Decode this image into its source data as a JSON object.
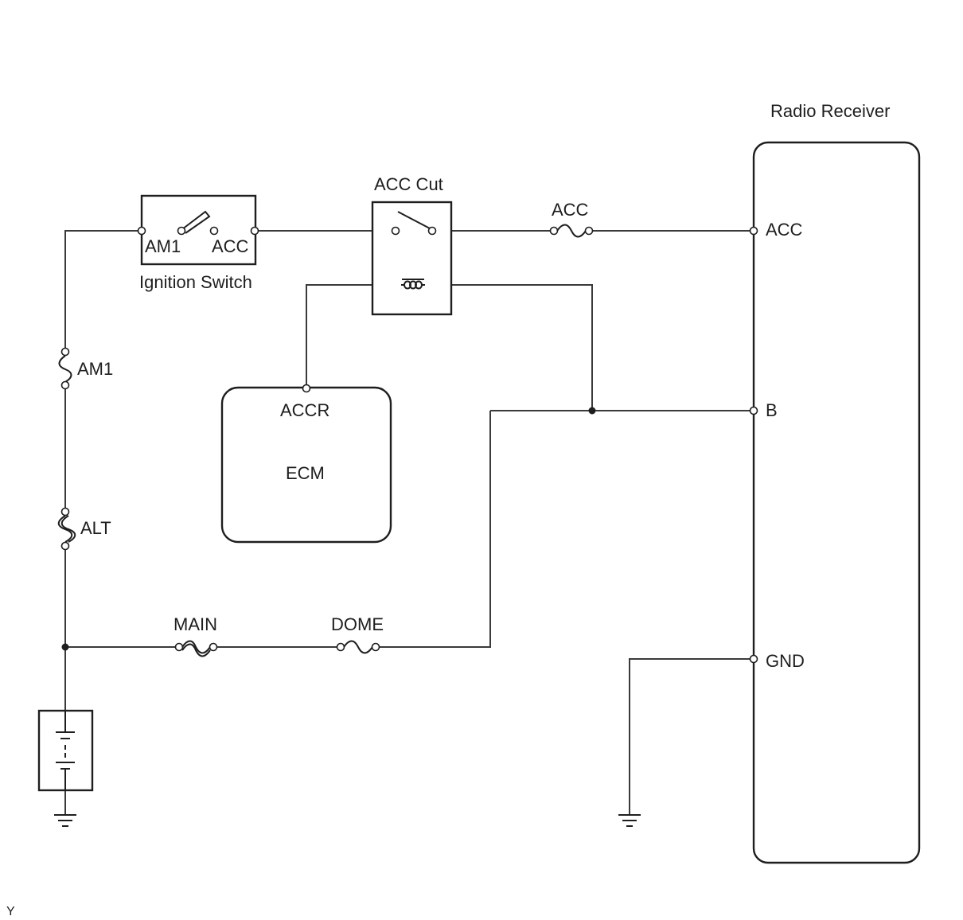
{
  "labels": {
    "radio_receiver": "Radio Receiver",
    "acc_cut": "ACC Cut",
    "ignition_switch": "Ignition Switch",
    "ig_am1": "AM1",
    "ig_acc": "ACC",
    "fuse_acc": "ACC",
    "fuse_am1": "AM1",
    "fuse_alt": "ALT",
    "fuse_main": "MAIN",
    "fuse_dome": "DOME",
    "ecm_pin": "ACCR",
    "ecm": "ECM",
    "pin_acc": "ACC",
    "pin_b": "B",
    "pin_gnd": "GND",
    "corner_mark": "Y"
  }
}
